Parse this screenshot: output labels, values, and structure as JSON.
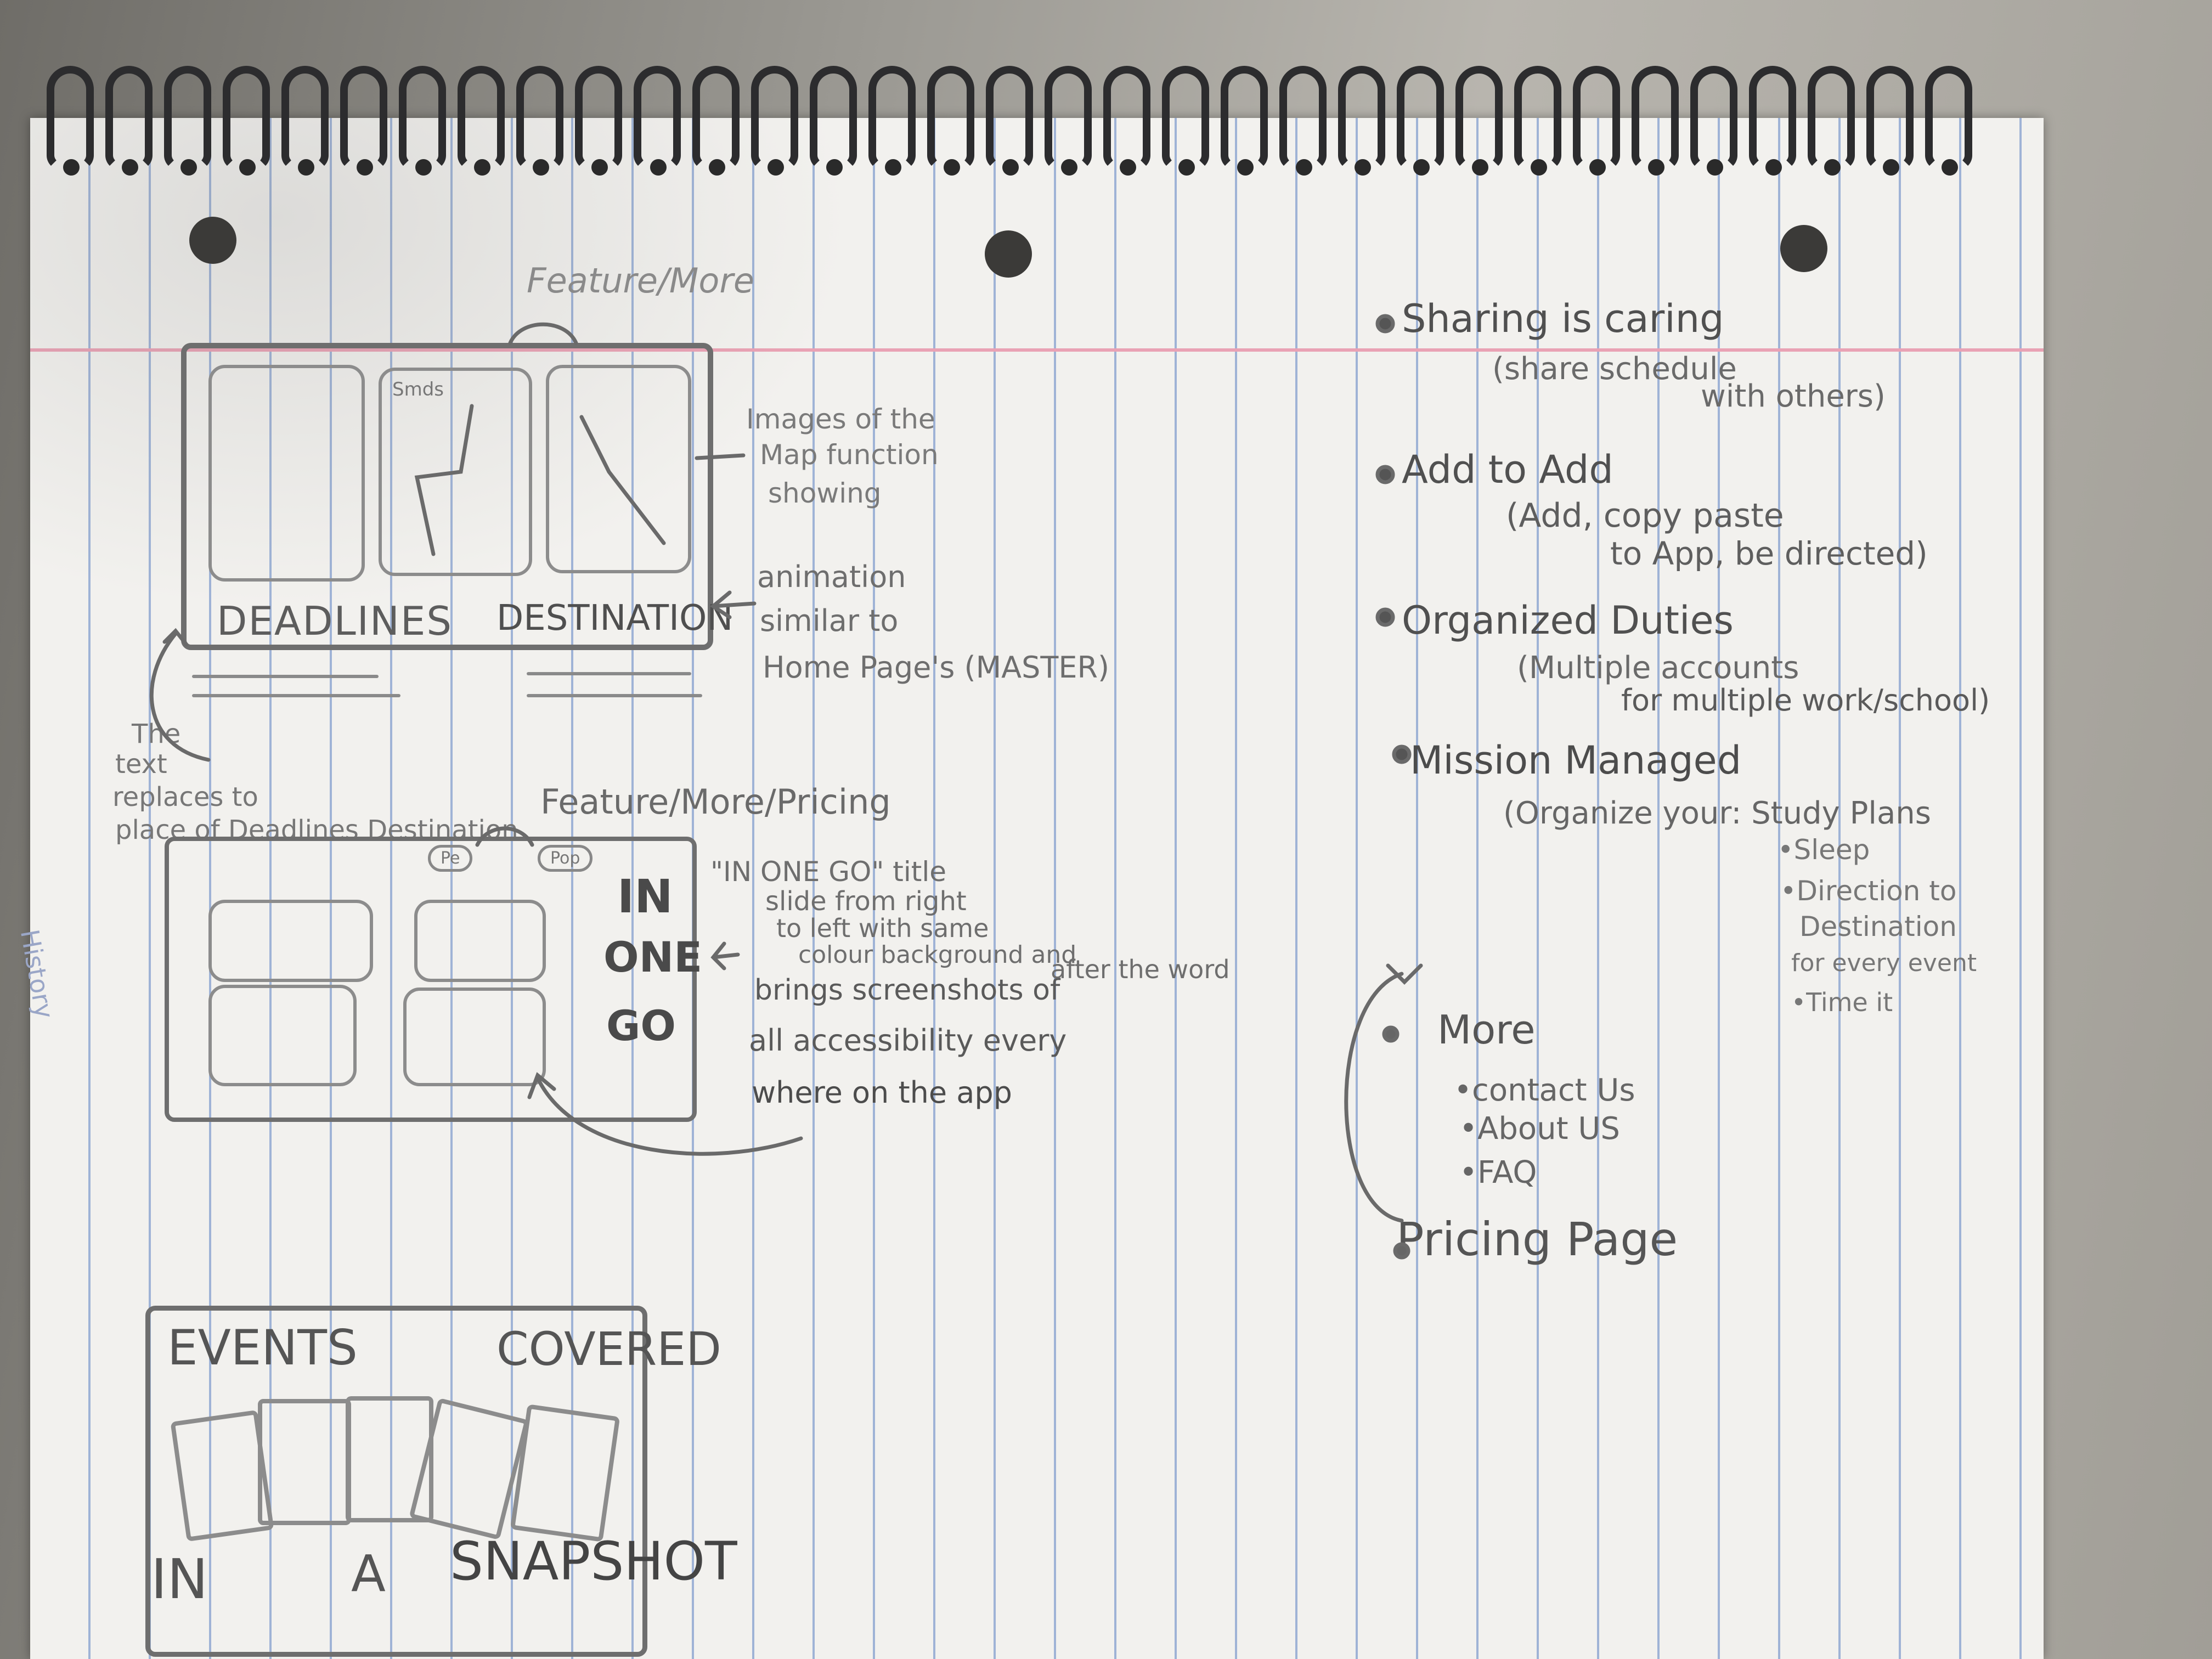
{
  "sketch1": {
    "top_label": "Feature/More",
    "mini_label": "Smds",
    "deadlines": "DEADLINES",
    "destination": "DESTINATION",
    "note_images": [
      "Images of the",
      "Map function",
      "showing"
    ],
    "note_animation": [
      "animation",
      "similar to",
      "Home Page's (MASTER)"
    ],
    "note_text": [
      "The",
      "text",
      "replaces to",
      "place of Deadlines Destination"
    ]
  },
  "sketch2": {
    "top_label": "Feature/More/Pricing",
    "left_pill": "Pe",
    "right_pill": "Pop",
    "title_lines": [
      "IN",
      "ONE",
      "GO"
    ],
    "note": [
      "\"IN ONE GO\" title",
      "slide from right",
      "to left with same",
      "colour background and",
      "brings screenshots of",
      "after the word",
      "all accessibility every",
      "where on the app"
    ],
    "side_note": "History"
  },
  "sketch3": {
    "events": "EVENTS",
    "covered": "COVERED",
    "bottom_words": [
      "IN",
      "A",
      "SNAPSHOT"
    ]
  },
  "bullets": [
    {
      "title": "Sharing is caring",
      "sub": [
        "(share schedule",
        "with others)"
      ]
    },
    {
      "title": "Add to Add",
      "sub": [
        "(Add, copy paste",
        "to App, be directed)"
      ]
    },
    {
      "title": "Organized Duties",
      "sub": [
        "(Multiple accounts",
        "for multiple work/school)"
      ]
    },
    {
      "title": "Mission Managed",
      "sub": [
        "(Organize your: Study Plans",
        "•Sleep",
        "•Direction to",
        "Destination",
        "for every event",
        "•Time it"
      ]
    }
  ],
  "more": {
    "title": "More",
    "items": [
      "•contact Us",
      "•About US",
      "•FAQ"
    ]
  },
  "pricing": "Pricing Page"
}
